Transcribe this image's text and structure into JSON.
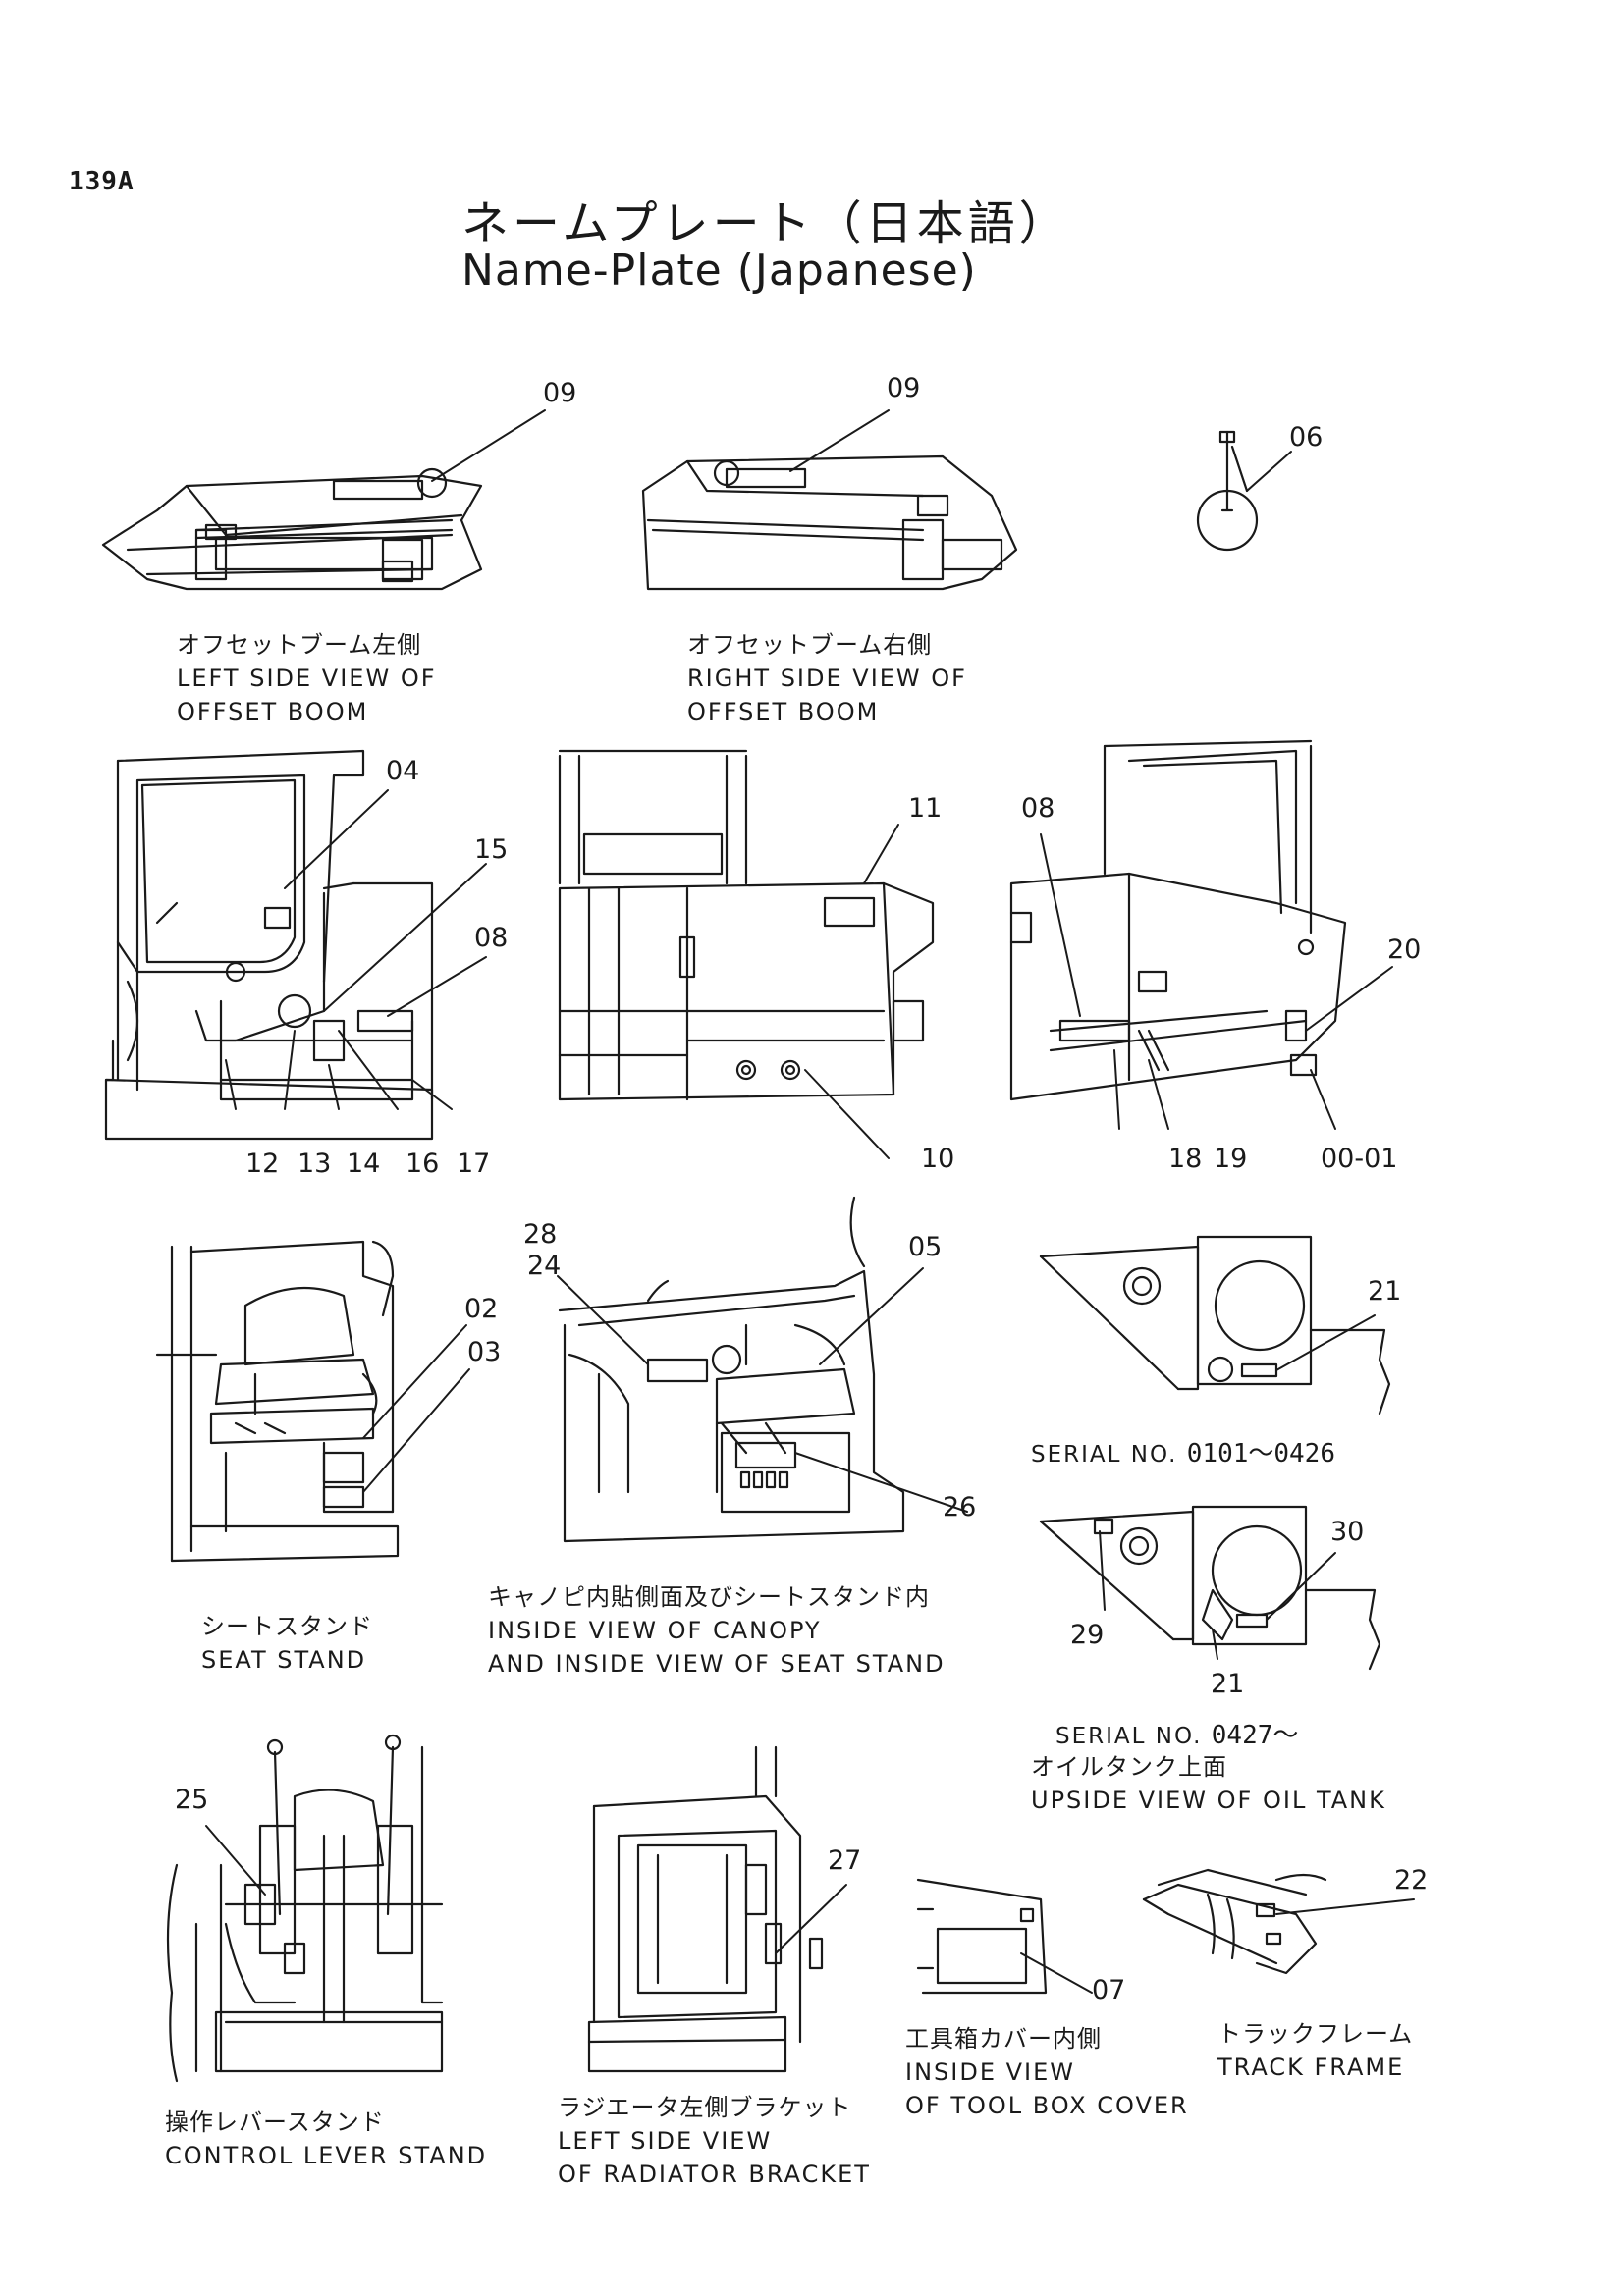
{
  "page_number": "139A",
  "title": {
    "ja": "ネームプレート（日本語）",
    "en": "Name-Plate (Japanese)"
  },
  "views": {
    "offset_boom_left": {
      "ja": "オフセットブーム左側",
      "en1": "LEFT SIDE VIEW OF",
      "en2": "OFFSET BOOM"
    },
    "offset_boom_right": {
      "ja": "オフセットブーム右側",
      "en1": "RIGHT SIDE VIEW OF",
      "en2": "OFFSET BOOM"
    },
    "seat_stand": {
      "ja": "シートスタンド",
      "en1": "SEAT STAND"
    },
    "canopy": {
      "ja": "キャノピ内貼側面及びシートスタンド内",
      "en1": "INSIDE VIEW OF CANOPY",
      "en2": "AND INSIDE VIEW OF SEAT STAND"
    },
    "oil_tank": {
      "serial1_prefix": "SERIAL NO.",
      "serial1_range": "0101～0426",
      "serial2_prefix": "SERIAL NO.",
      "serial2_range": "0427～",
      "ja": "オイルタンク上面",
      "en1": "UPSIDE VIEW OF OIL TANK"
    },
    "control_lever": {
      "ja": "操作レバースタンド",
      "en1": "CONTROL LEVER STAND"
    },
    "radiator": {
      "ja": "ラジエータ左側ブラケット",
      "en1": "LEFT SIDE VIEW",
      "en2": "OF RADIATOR BRACKET"
    },
    "tool_box": {
      "ja": "工具箱カバー内側",
      "en1": "INSIDE VIEW",
      "en2": "OF TOOL BOX COVER"
    },
    "track_frame": {
      "ja": "トラックフレーム",
      "en1": "TRACK FRAME"
    }
  },
  "callouts": {
    "c09a": "09",
    "c09b": "09",
    "c06": "06",
    "c04": "04",
    "c15": "15",
    "c08a": "08",
    "c12": "12",
    "c13": "13",
    "c14": "14",
    "c16": "16",
    "c17": "17",
    "c11": "11",
    "c10": "10",
    "c08b": "08",
    "c20": "20",
    "c18": "18",
    "c19": "19",
    "c0001": "00-01",
    "c02": "02",
    "c03": "03",
    "c28": "28",
    "c24": "24",
    "c05": "05",
    "c26": "26",
    "c21a": "21",
    "c30": "30",
    "c29": "29",
    "c21b": "21",
    "c25": "25",
    "c27": "27",
    "c07": "07",
    "c22": "22"
  }
}
